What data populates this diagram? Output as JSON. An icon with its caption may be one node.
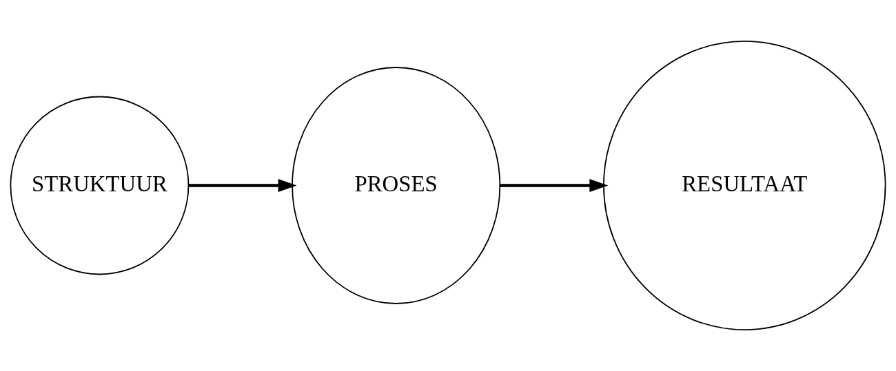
{
  "diagram": {
    "nodes": [
      {
        "text": [
          "STRUKTUUR"
        ]
      },
      {
        "text": [
          "PROSES"
        ]
      },
      {
        "text": [
          "RESULTAAT"
        ]
      }
    ],
    "edges": [
      {
        "from": 0,
        "to": 1,
        "arrow": "to"
      },
      {
        "from": 1,
        "to": 2,
        "arrow": "to"
      }
    ]
  }
}
